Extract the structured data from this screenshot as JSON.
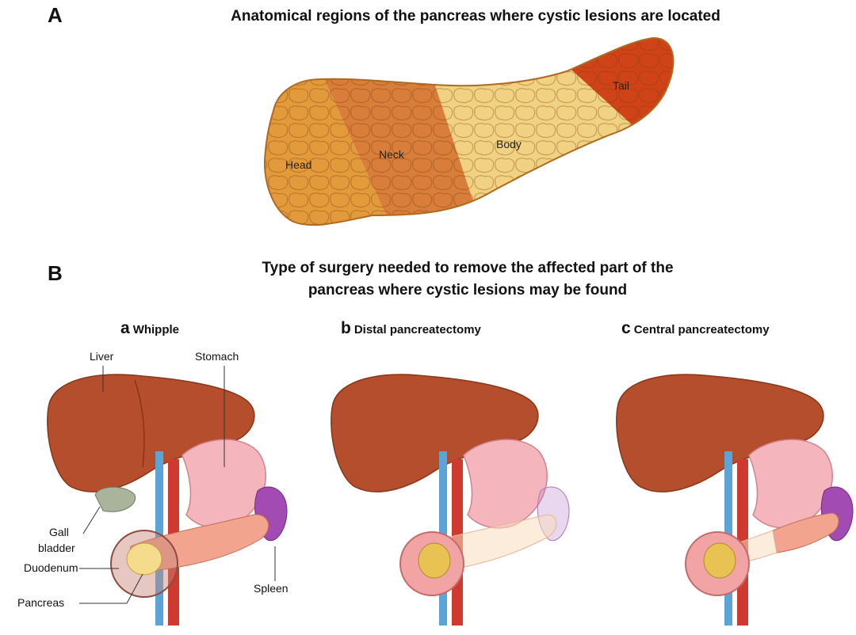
{
  "sectionA": {
    "letter": "A",
    "title": "Anatomical regions of the pancreas where cystic lesions are located",
    "regions": {
      "head": "Head",
      "neck": "Neck",
      "body": "Body",
      "tail": "Tail"
    },
    "colors": {
      "head": "#e39a3b",
      "neck": "#d97d3a",
      "body": "#f1d283",
      "tail": "#d04318"
    }
  },
  "sectionB": {
    "letter": "B",
    "title_line1": "Type of surgery needed to remove the affected part of the",
    "title_line2": "pancreas where cystic lesions may be found",
    "panels": [
      {
        "letter": "a",
        "label": "Whipple"
      },
      {
        "letter": "b",
        "label": "Distal pancreatectomy"
      },
      {
        "letter": "c",
        "label": "Central pancreatectomy"
      }
    ],
    "organ_labels": {
      "liver": "Liver",
      "stomach": "Stomach",
      "gall1": "Gall",
      "gall2": "bladder",
      "duodenum": "Duodenum",
      "pancreas": "Pancreas",
      "spleen": "Spleen"
    }
  }
}
